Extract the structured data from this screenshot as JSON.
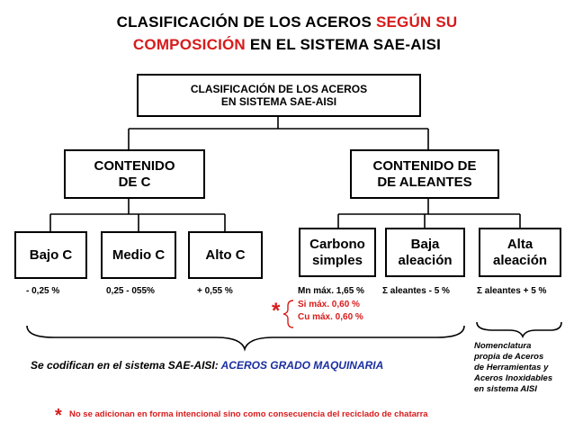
{
  "title": {
    "line1_black": "CLASIFICACIÓN DE LOS ACEROS ",
    "line1_red": "SEGÚN SU",
    "line2_red": "COMPOSICIÓN",
    "line2_black": " EN EL SISTEMA SAE-AISI"
  },
  "root": {
    "line1": "CLASIFICACIÓN DE LOS ACEROS",
    "line2": "EN SISTEMA SAE-AISI"
  },
  "branches": {
    "carbon": {
      "line1": "CONTENIDO",
      "line2": "DE  C"
    },
    "alloy": {
      "line1": "CONTENIDO  DE",
      "line2": "DE ALEANTES"
    }
  },
  "leaves": {
    "bajo_c": "Bajo C",
    "medio_c": "Medio C",
    "alto_c": "Alto C",
    "carbono_simples": {
      "line1": "Carbono",
      "line2": "simples"
    },
    "baja_aleacion": {
      "line1": "Baja",
      "line2": "aleación"
    },
    "alta_aleacion": {
      "line1": "Alta",
      "line2": "aleación"
    }
  },
  "ranges": {
    "bajo_c": "- 0,25 %",
    "medio_c": "0,25 - 055%",
    "alto_c": "+ 0,55 %",
    "carbono_simples": "Mn máx. 1,65 %",
    "baja_aleacion": "Σ aleantes - 5 %",
    "alta_aleacion": "Σ aleantes + 5 %"
  },
  "carbon_notes": {
    "asterisk": "*",
    "si": "Si máx.   0,60 %",
    "cu": "Cu máx.  0,60 %"
  },
  "bottom": {
    "prefix": "Se codifican en el sistema SAE-AISI: ",
    "highlight": "ACEROS GRADO MAQUINARIA"
  },
  "side_note": {
    "line1": "Nomenclatura",
    "line2": "propia de Aceros",
    "line3": "de Herramientas y",
    "line4": "Aceros Inoxidables",
    "line5": "en sistema AISI"
  },
  "footnote": {
    "asterisk": "*",
    "text": "No se adicionan en forma intencional sino como consecuencia del reciclado de chatarra"
  },
  "colors": {
    "accent_red": "#d81b1b",
    "accent_blue": "#1a2fa0"
  }
}
